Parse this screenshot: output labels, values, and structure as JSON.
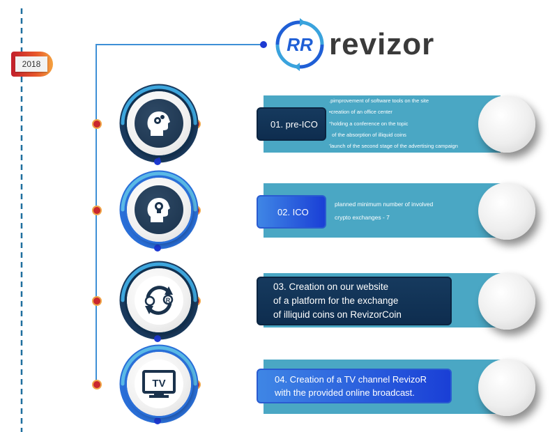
{
  "brand": {
    "name": "revizor",
    "monogram": "RR",
    "colors": {
      "blue": "#1f5fd6",
      "text": "#3a3a3a"
    }
  },
  "timeline": {
    "year": "2018",
    "accent": "#d9262c"
  },
  "stages": [
    {
      "label": "01. pre-ICO",
      "icon": "head-gears-icon",
      "items": [
        "pimprovement of software tools on the site",
        "creation of an office center",
        "holding a conference on the topic",
        "of the absorption of illiquid coins",
        "launch of the second stage of the advertising campaign"
      ]
    },
    {
      "label": "02. ICO",
      "icon": "head-lightbulb-icon",
      "note": [
        "planned minimum number of involved",
        "crypto exchanges - 7"
      ]
    },
    {
      "label_lines": [
        "03. Creation on our website",
        "of a platform for the exchange",
        "of illiquid coins  on RevizorCoin"
      ],
      "icon": "coin-exchange-icon"
    },
    {
      "label_lines": [
        "04.  Creation of a TV channel RevizoR",
        "with the provided online broadcast."
      ],
      "icon": "tv-icon",
      "icon_text": "TV"
    }
  ]
}
